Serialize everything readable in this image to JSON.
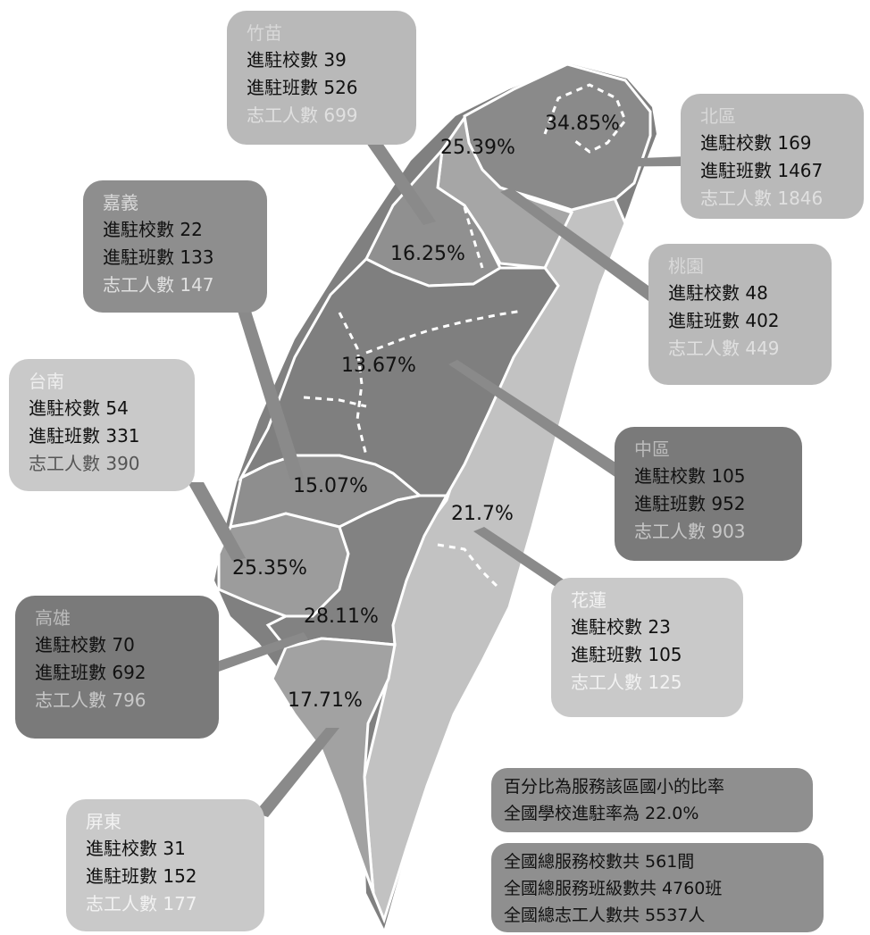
{
  "regions": [
    {
      "id": "zhumiao",
      "name": "竹苗",
      "rate": "16.25%",
      "stats": [
        {
          "label": "進駐校數",
          "value": "39"
        },
        {
          "label": "進駐班數",
          "value": "526"
        },
        {
          "label": "志工人數",
          "value": "699"
        }
      ]
    },
    {
      "id": "beiqu",
      "name": "北區",
      "rate": "34.85%",
      "stats": [
        {
          "label": "進駐校數",
          "value": "169"
        },
        {
          "label": "進駐班數",
          "value": "1467"
        },
        {
          "label": "志工人數",
          "value": "1846"
        }
      ]
    },
    {
      "id": "taoyuan",
      "name": "桃園",
      "rate": "25.39%",
      "stats": [
        {
          "label": "進駐校數",
          "value": "48"
        },
        {
          "label": "進駐班數",
          "value": "402"
        },
        {
          "label": "志工人數",
          "value": "449"
        }
      ]
    },
    {
      "id": "jiayi",
      "name": "嘉義",
      "rate": "15.07%",
      "stats": [
        {
          "label": "進駐校數",
          "value": "22"
        },
        {
          "label": "進駐班數",
          "value": "133"
        },
        {
          "label": "志工人數",
          "value": "147"
        }
      ]
    },
    {
      "id": "tainan",
      "name": "台南",
      "rate": "25.35%",
      "stats": [
        {
          "label": "進駐校數",
          "value": "54"
        },
        {
          "label": "進駐班數",
          "value": "331"
        },
        {
          "label": "志工人數",
          "value": "390"
        }
      ]
    },
    {
      "id": "zhongqu",
      "name": "中區",
      "rate": "13.67%",
      "stats": [
        {
          "label": "進駐校數",
          "value": "105"
        },
        {
          "label": "進駐班數",
          "value": "952"
        },
        {
          "label": "志工人數",
          "value": "903"
        }
      ]
    },
    {
      "id": "hualien",
      "name": "花蓮",
      "rate": "21.7%",
      "stats": [
        {
          "label": "進駐校數",
          "value": "23"
        },
        {
          "label": "進駐班數",
          "value": "105"
        },
        {
          "label": "志工人數",
          "value": "125"
        }
      ]
    },
    {
      "id": "kaohsiung",
      "name": "高雄",
      "rate": "28.11%",
      "stats": [
        {
          "label": "進駐校數",
          "value": "70"
        },
        {
          "label": "進駐班數",
          "value": "692"
        },
        {
          "label": "志工人數",
          "value": "796"
        }
      ]
    },
    {
      "id": "pingtung",
      "name": "屏東",
      "rate": "17.71%",
      "stats": [
        {
          "label": "進駐校數",
          "value": "31"
        },
        {
          "label": "進駐班數",
          "value": "152"
        },
        {
          "label": "志工人數",
          "value": "177"
        }
      ]
    }
  ],
  "notes": {
    "line1": "百分比為服務該區國小的比率",
    "line2": "全國學校進駐率為 22.0%",
    "total_schools": "全國總服務校數共 561間",
    "total_classes": "全國總服務班級數共 4760班",
    "total_volunteers": "全國總志工人數共 5537人"
  },
  "colors": {
    "map_dark": "#7d7d7d",
    "map_mid": "#9a9a9a",
    "map_light": "#c4c4c4",
    "shadow": "#5a5a5a",
    "border": "#ffffff"
  }
}
